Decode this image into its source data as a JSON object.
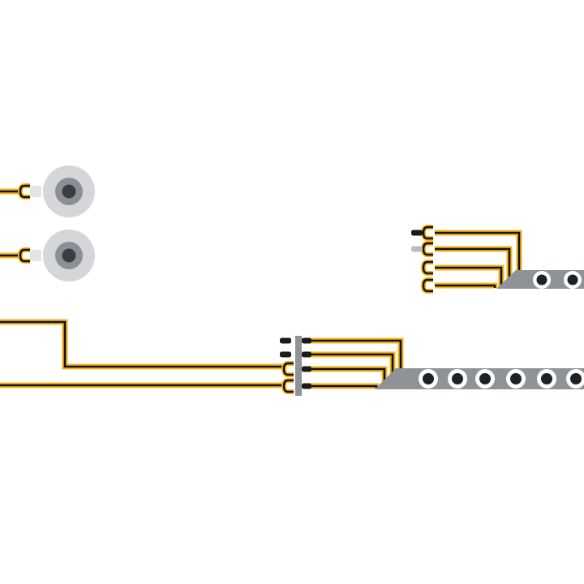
{
  "colors": {
    "background": "#ffffff",
    "wire_core": "#111111",
    "wire_insulation": "#f5b51c",
    "ring_outer": "#d4d6d9",
    "ring_mid": "#8c9095",
    "ring_core": "#3a3e44",
    "strip": "#8e9396",
    "strip_hole_ring": "#ffffff",
    "strip_hole": "#1e2226",
    "pin_dark": "#1a1a1a",
    "pin_light": "#b9bcbf",
    "bracket": "#8e9396"
  },
  "components": {
    "rings": [
      {
        "name": "ring-connector-upper",
        "icon": "round-jack-icon"
      },
      {
        "name": "ring-connector-lower",
        "icon": "round-jack-icon"
      }
    ],
    "upper_bundle": {
      "wire_count": 4,
      "strip_holes": 2
    },
    "lower_bundle": {
      "wire_count": 4,
      "strip_holes": 6,
      "feed_wires": 2
    }
  }
}
